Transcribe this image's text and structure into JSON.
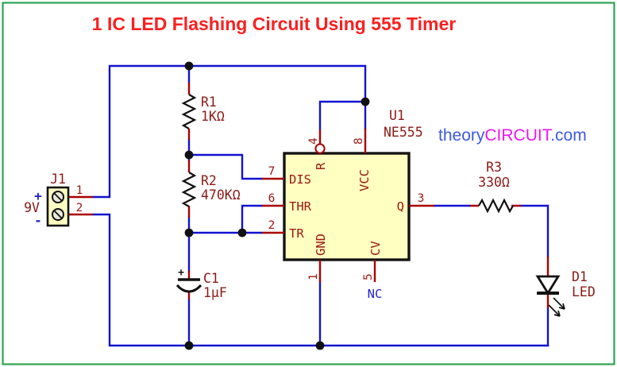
{
  "title": "1 IC LED Flashing Circuit Using 555 Timer",
  "watermark": {
    "theory": "theory",
    "circuit": "CIRCUIT",
    "com": ".com"
  },
  "power": {
    "connector_ref": "J1",
    "voltage": "9V",
    "plus": "+",
    "minus": "-",
    "pin1": "1",
    "pin2": "2"
  },
  "components": {
    "r1": {
      "ref": "R1",
      "value": "1KΩ"
    },
    "r2": {
      "ref": "R2",
      "value": "470KΩ"
    },
    "r3": {
      "ref": "R3",
      "value": "330Ω"
    },
    "c1": {
      "ref": "C1",
      "value": "1µF",
      "polarity_mark": "+"
    },
    "d1": {
      "ref": "D1",
      "value": "LED"
    },
    "u1": {
      "ref": "U1",
      "value": "NE555"
    }
  },
  "ic": {
    "left_pins": [
      {
        "num": "7",
        "name": "DIS"
      },
      {
        "num": "6",
        "name": "THR"
      },
      {
        "num": "2",
        "name": "TR"
      }
    ],
    "right_pins": [
      {
        "num": "3",
        "name": "Q"
      }
    ],
    "top_pins": [
      {
        "num": "4",
        "name": "R"
      },
      {
        "num": "8",
        "name": "VCC"
      }
    ],
    "bottom_pins": [
      {
        "num": "1",
        "name": "GND"
      },
      {
        "num": "5",
        "name": "CV"
      }
    ],
    "nc_label": "NC"
  },
  "colors": {
    "border_green": "#2ea351",
    "wire_blue": "#1212d0",
    "pin_red": "#a80000",
    "label_maroon": "#8a1a14",
    "title_red": "#fb1f1f",
    "ic_fill": "#ffffc2",
    "watermark_blue": "#3d5ae0",
    "watermark_magenta": "#ef16ef"
  }
}
